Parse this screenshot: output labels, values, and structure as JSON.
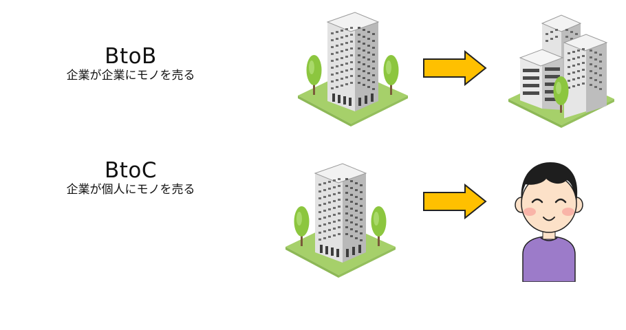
{
  "rows": [
    {
      "title": "BtoB",
      "subtitle": "企業が企業にモノを売る",
      "from_icon": "office-building-icon",
      "arrow_icon": "right-arrow-icon",
      "to_icon": "office-buildings-cluster-icon"
    },
    {
      "title": "BtoC",
      "subtitle": "企業が個人にモノを売る",
      "from_icon": "office-building-icon",
      "arrow_icon": "right-arrow-icon",
      "to_icon": "person-icon"
    }
  ],
  "colors": {
    "arrow_fill": "#FFC000",
    "arrow_stroke": "#222222",
    "grass": "#A6D06A",
    "tree": "#8CC63F",
    "shirt": "#9C7BC9",
    "hair": "#1E1E1E",
    "skin": "#FCE1C8"
  }
}
